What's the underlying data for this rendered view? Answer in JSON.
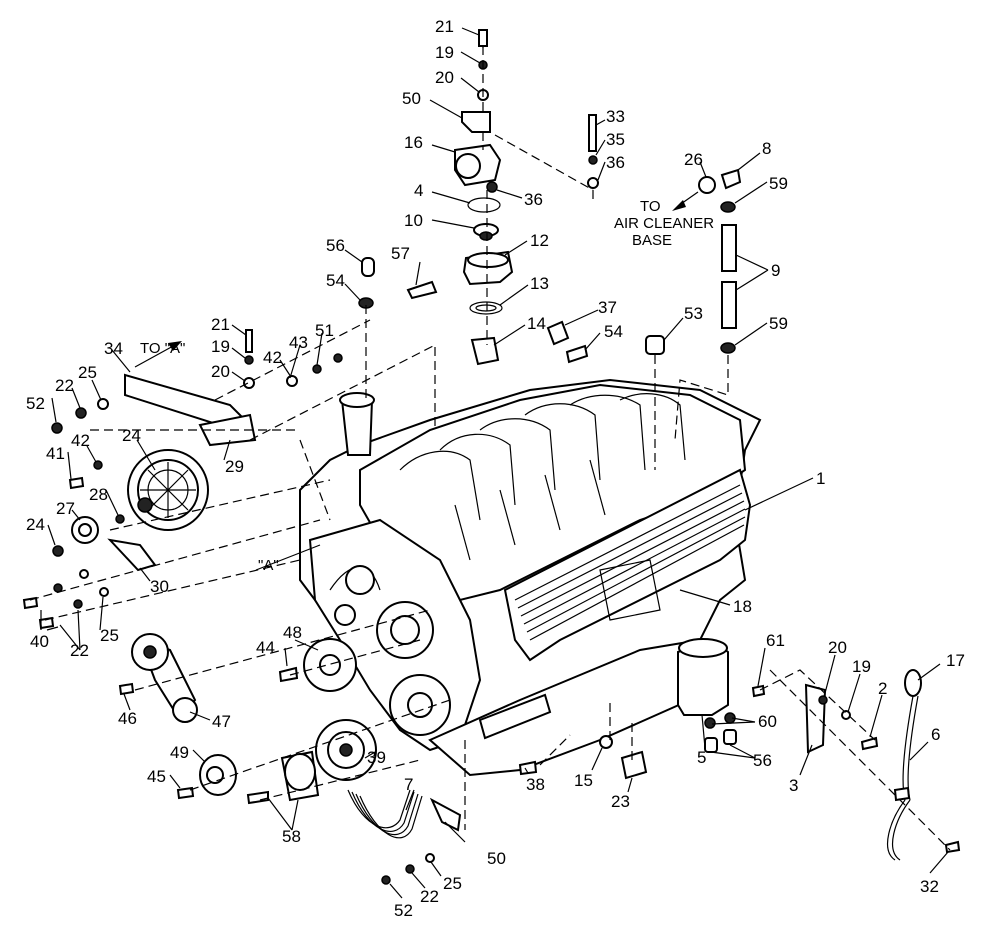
{
  "callouts": [
    "21",
    "19",
    "20",
    "50",
    "33",
    "35",
    "36",
    "16",
    "4",
    "36",
    "10",
    "12",
    "26",
    "8",
    "59",
    "9",
    "59",
    "56",
    "57",
    "54",
    "13",
    "37",
    "54",
    "14",
    "53",
    "21",
    "19",
    "43",
    "51",
    "20",
    "42",
    "34",
    "25",
    "22",
    "52",
    "24",
    "41",
    "42",
    "29",
    "28",
    "27",
    "24",
    "30",
    "1",
    "18",
    "40",
    "22",
    "25",
    "44",
    "48",
    "46",
    "47",
    "49",
    "45",
    "39",
    "58",
    "7",
    "38",
    "15",
    "23",
    "5",
    "61",
    "60",
    "56",
    "20",
    "19",
    "2",
    "17",
    "6",
    "3",
    "50",
    "52",
    "22",
    "25",
    "32"
  ],
  "notes": {
    "to_a": "TO \"A\"",
    "to_air_1": "TO",
    "to_air_2": "AIR CLEANER",
    "to_air_3": "BASE",
    "ref_a": "\"A\""
  }
}
